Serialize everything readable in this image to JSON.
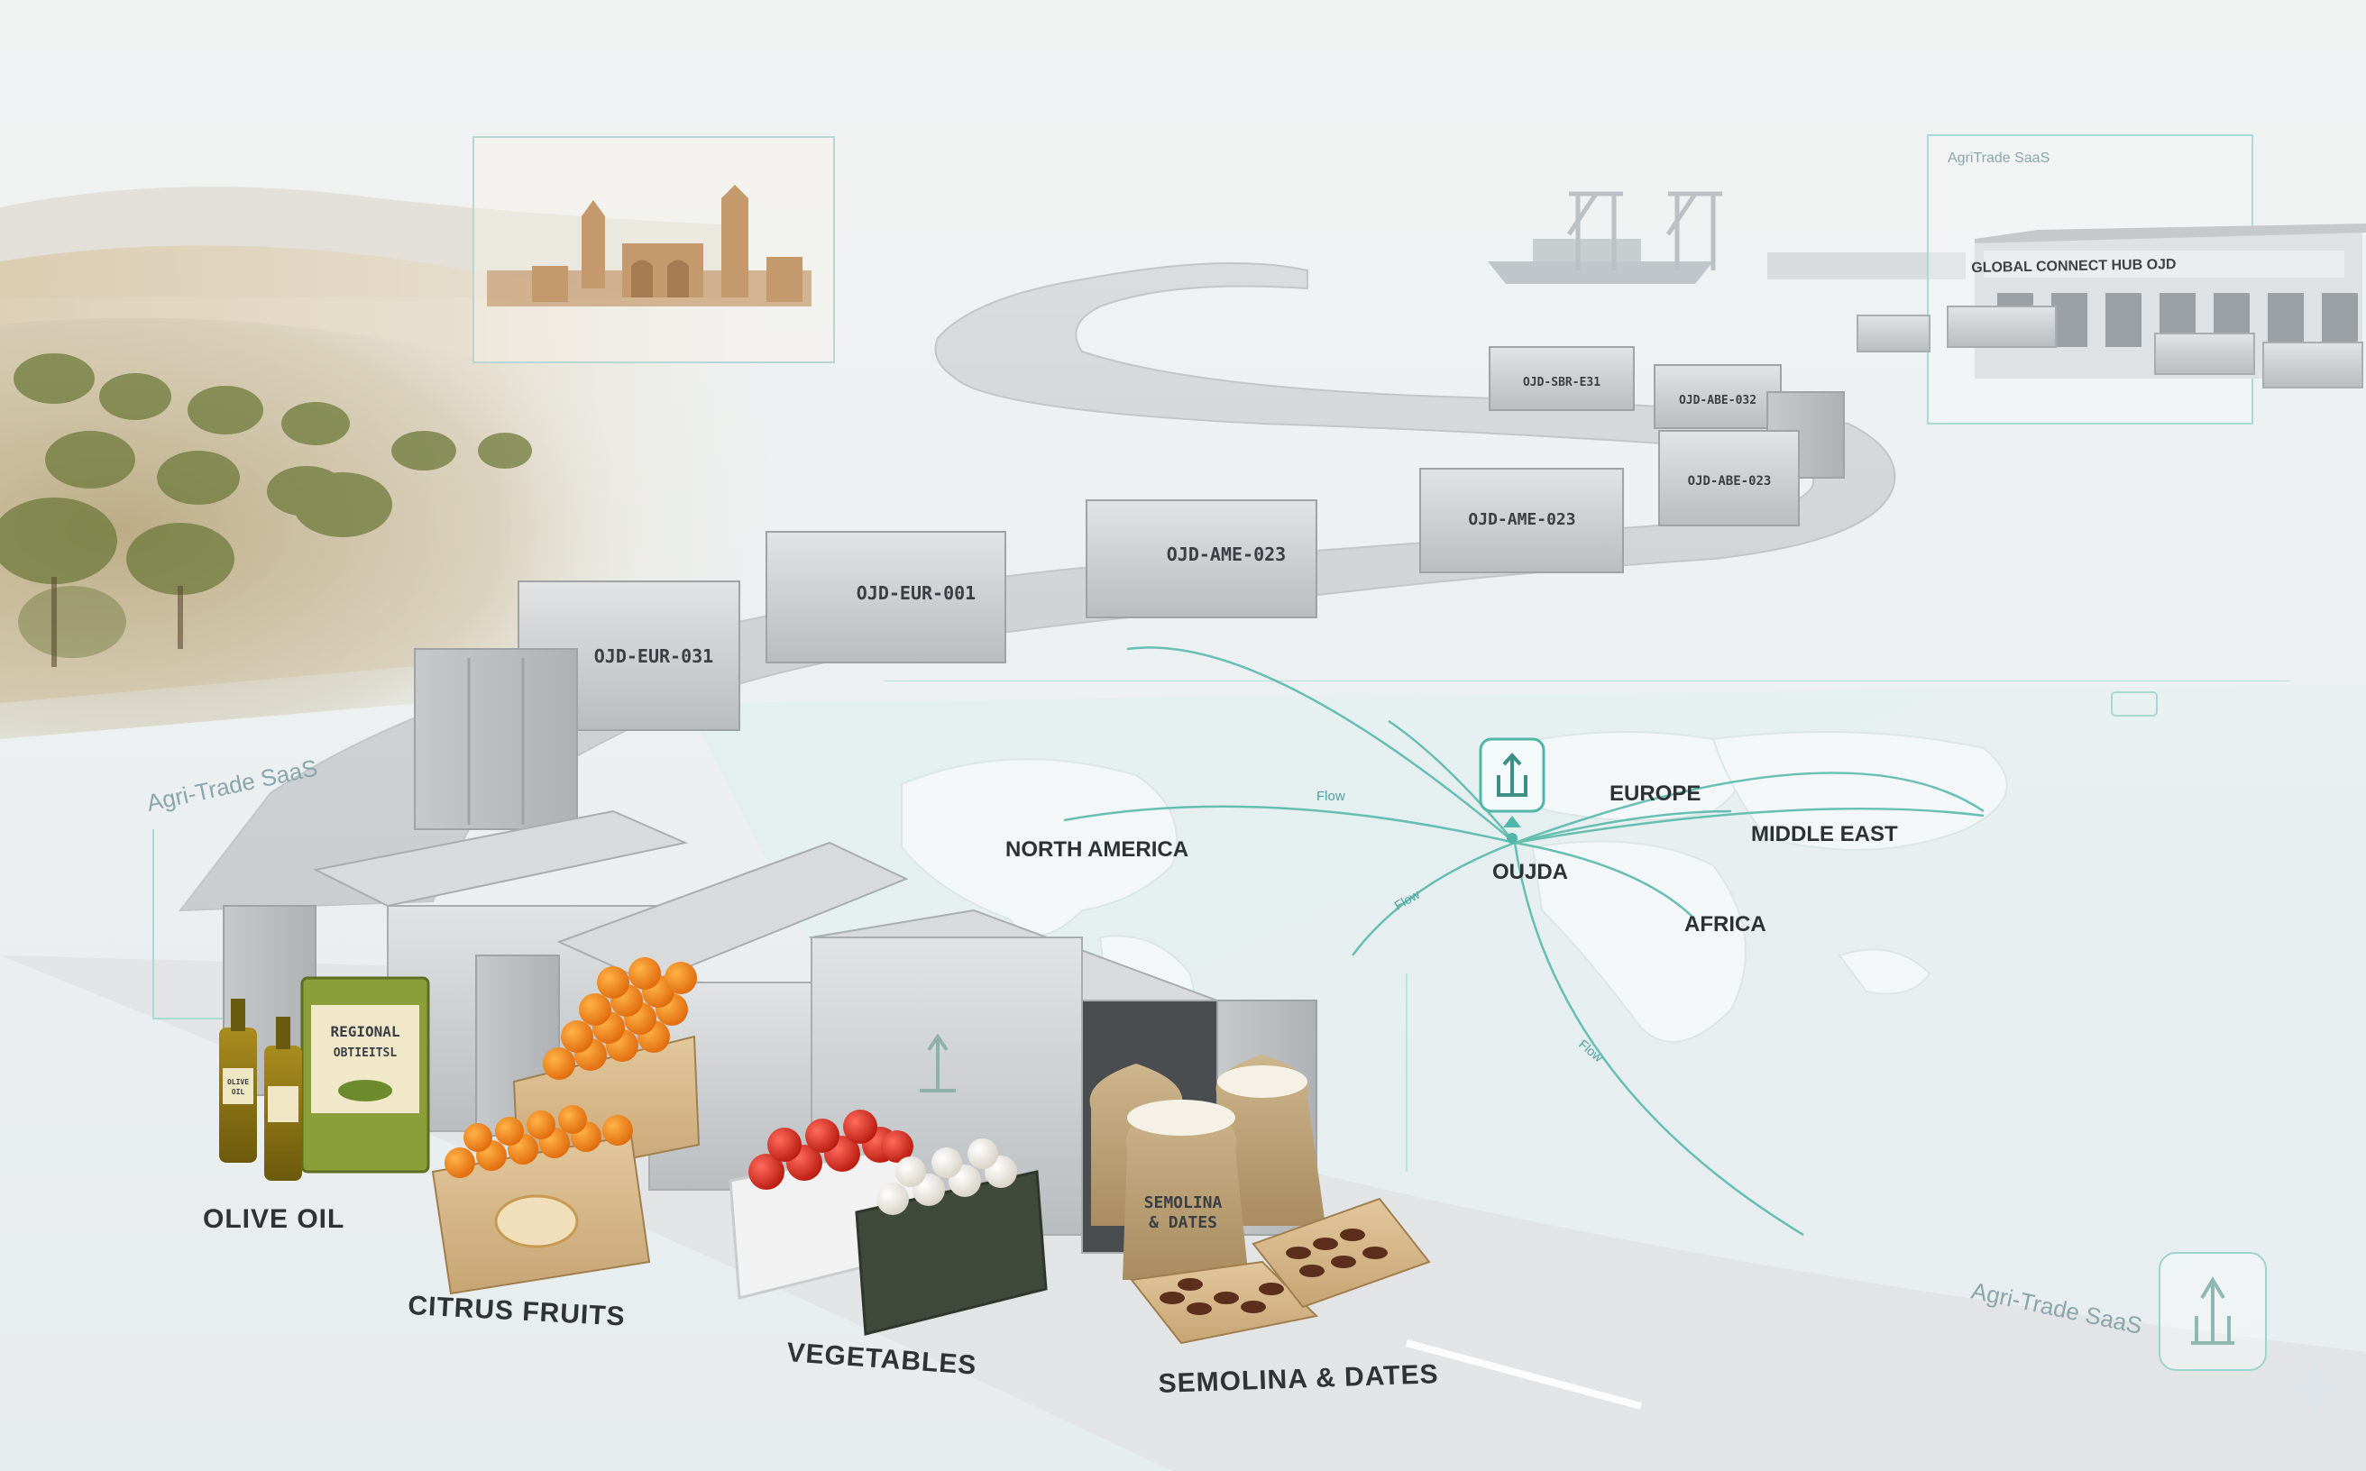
{
  "scene": {
    "panels": {
      "top_right_brand": "AgriTrade SaaS",
      "left_brand": "Agri-Trade SaaS",
      "bottom_right_brand": "Agri-Trade SaaS"
    },
    "warehouse_sign": "GLOBAL CONNECT HUB OJD",
    "containers": [
      {
        "id": "c1",
        "code": "OJD-EUR-031"
      },
      {
        "id": "c2",
        "code": "OJD-EUR-001"
      },
      {
        "id": "c3",
        "code": "OJD-AME-023"
      },
      {
        "id": "c4",
        "code": "OJD-AME-023"
      },
      {
        "id": "c5",
        "code": "OJD-SBR-E31"
      },
      {
        "id": "c6",
        "code": "OJD-ABE-032"
      },
      {
        "id": "c7",
        "code": "OJD-ABE-023"
      }
    ],
    "products": {
      "olive_oil": "OLIVE OIL",
      "citrus": "CITRUS FRUITS",
      "vegetables": "VEGETABLES",
      "semolina": "SEMOLINA & DATES",
      "sack_label_line1": "SEMOLINA",
      "sack_label_line2": "& DATES",
      "tin_label_line1": "REGIONAL",
      "tin_label_line2": "OBTIEITSL",
      "bottle_label_line1": "OLIVE",
      "bottle_label_line2": "OIL"
    },
    "map": {
      "hub": "OUJDA",
      "regions": [
        "NORTH AMERICA",
        "EUROPE",
        "MIDDLE EAST",
        "AFRICA"
      ],
      "flow_label": "Flow"
    },
    "colors": {
      "accent": "#4fb6a8",
      "container": "#cfd1d3",
      "road": "#d6d9db"
    }
  }
}
